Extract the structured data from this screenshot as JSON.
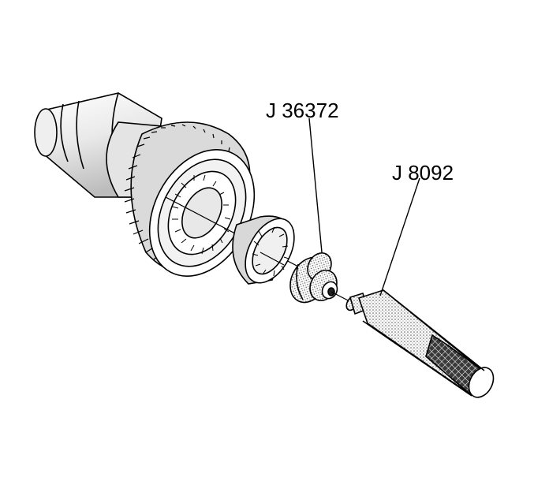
{
  "callouts": [
    {
      "id": "j36372",
      "text": "J 36372"
    },
    {
      "id": "j8092",
      "text": "J 8092"
    }
  ],
  "colors": {
    "line": "#000000",
    "background": "#ffffff",
    "shade_light": "#dcdcdc",
    "shade_mid": "#bdbdbd",
    "shade_dark": "#8a8a8a"
  }
}
